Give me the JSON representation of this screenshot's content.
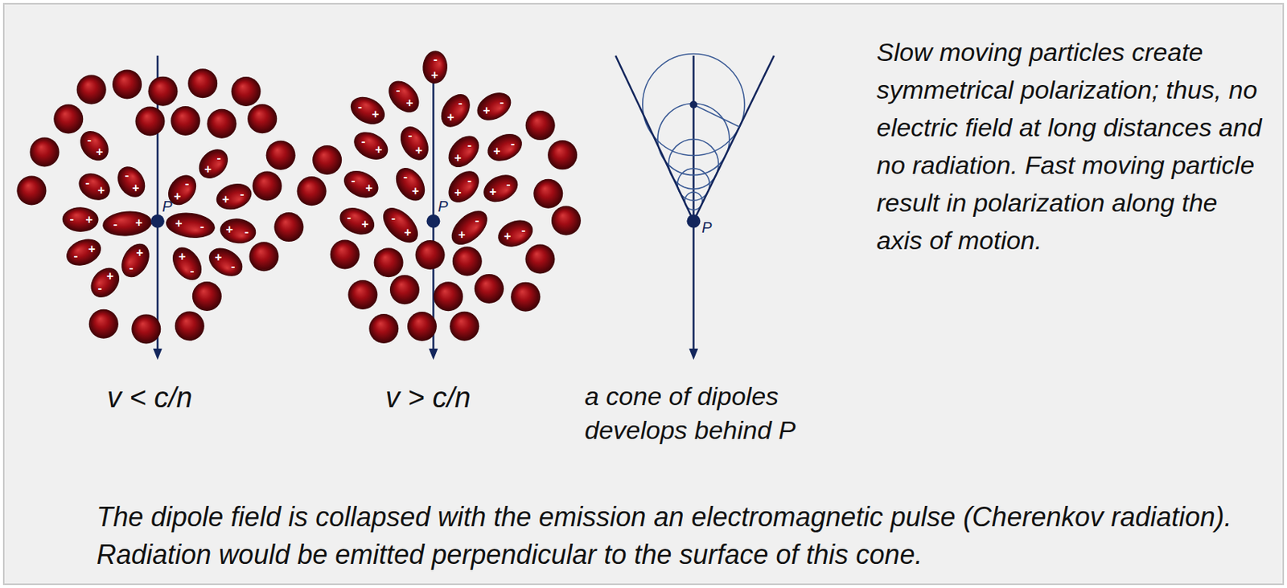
{
  "diagram": {
    "caption": "The dipole field is collapsed with the emission an electromagnetic pulse (Cherenkov radiation). Radiation would be emitted perpendicular to the surface of this cone.",
    "labels": [
      "P",
      "P",
      "P",
      "v < c/n",
      "v > c/n",
      "a cone of dipoles develops behind P",
      "Slow moving particles create symmetrical polarization; thus, no electric field at long distances and no radiation. Fast moving particle result in polarization along the axis of motion.",
      "-",
      "+",
      "-",
      "+",
      "-",
      "+",
      "-",
      "+",
      "-",
      "+",
      "-",
      "+",
      "-",
      "+",
      "-",
      "+",
      "-",
      "+",
      "-",
      "+",
      "-",
      "+",
      "-",
      "+",
      "-",
      "+",
      "-",
      "+",
      "-",
      "+",
      "-",
      "+",
      "-",
      "+",
      "-",
      "+",
      "-",
      "+",
      "-",
      "+",
      "-",
      "+",
      "-",
      "+",
      "-",
      "+",
      "-",
      "+",
      "-",
      "+",
      "-",
      "+",
      "-",
      "+",
      "-",
      "+",
      "-",
      "+",
      "-",
      "+",
      "-",
      "+",
      "-",
      "+"
    ]
  }
}
